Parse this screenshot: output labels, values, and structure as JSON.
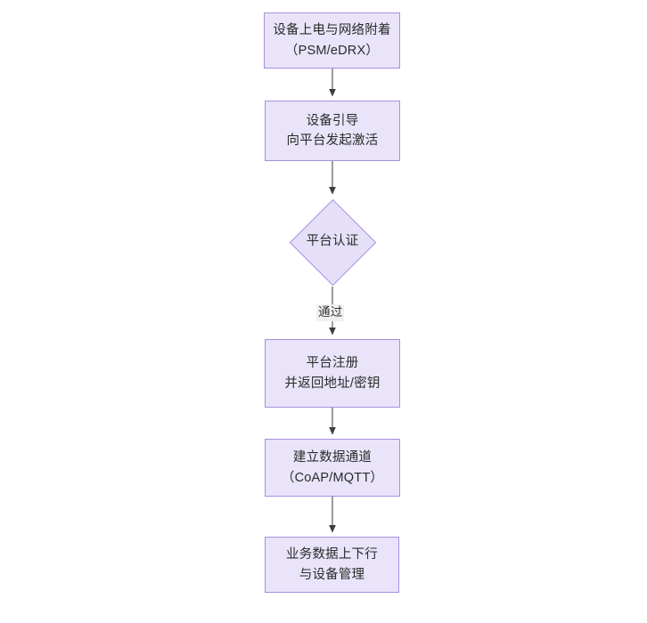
{
  "diagram": {
    "type": "flowchart",
    "orientation": "top-to-bottom",
    "title": "",
    "style": {
      "node_fill": "#e9e4f9",
      "node_border": "#a88fe0",
      "diamond_fill": "#e5e0f8",
      "edge_color": "#5a5a5a",
      "text_color": "#2b2b2b",
      "edge_label_bg": "#f1f1f1",
      "background": "#ffffff"
    },
    "nodes": [
      {
        "id": "n1",
        "shape": "rect",
        "line1": "设备上电与网络附着",
        "line2": "（PSM/eDRX）"
      },
      {
        "id": "n2",
        "shape": "rect",
        "line1": "设备引导",
        "line2": "向平台发起激活"
      },
      {
        "id": "n3",
        "shape": "diamond",
        "line1": "平台认证",
        "line2": ""
      },
      {
        "id": "n4",
        "shape": "rect",
        "line1": "平台注册",
        "line2": "并返回地址/密钥"
      },
      {
        "id": "n5",
        "shape": "rect",
        "line1": "建立数据通道",
        "line2": "（CoAP/MQTT）"
      },
      {
        "id": "n6",
        "shape": "rect",
        "line1": "业务数据上下行",
        "line2": "与设备管理"
      }
    ],
    "edges": [
      {
        "id": "e1",
        "from": "n1",
        "to": "n2",
        "label": ""
      },
      {
        "id": "e2",
        "from": "n2",
        "to": "n3",
        "label": ""
      },
      {
        "id": "e3",
        "from": "n3",
        "to": "n4",
        "label": "通过"
      },
      {
        "id": "e4",
        "from": "n4",
        "to": "n5",
        "label": ""
      },
      {
        "id": "e5",
        "from": "n5",
        "to": "n6",
        "label": ""
      }
    ]
  }
}
